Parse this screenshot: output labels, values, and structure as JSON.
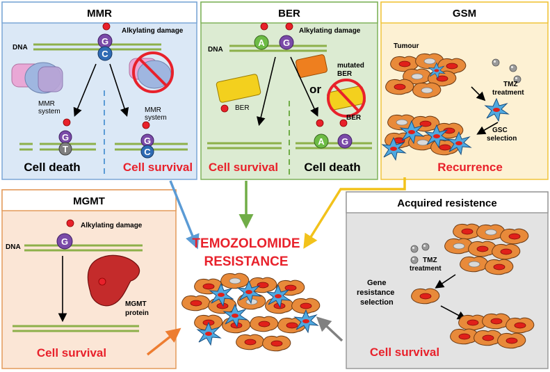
{
  "panels": {
    "mmr": {
      "title": "MMR",
      "alkylating": "Alkylating damage",
      "dna": "DNA",
      "system_left": "MMR system",
      "system_right": "MMR system",
      "outcome_left": "Cell death",
      "outcome_right": "Cell survival",
      "base_g": "G",
      "base_c": "C",
      "base_t": "T"
    },
    "ber": {
      "title": "BER",
      "alkylating": "Alkylating damage",
      "dna": "DNA",
      "ber_left": "BER",
      "mutated": "mutated BER",
      "or": "or",
      "ber_right": "BER",
      "outcome_left": "Cell survival",
      "outcome_right": "Cell death",
      "base_a": "A",
      "base_g": "G"
    },
    "gsm": {
      "title": "GSM",
      "tumour": "Tumour",
      "tmz": "TMZ treatment",
      "gsc": "GSC selection",
      "outcome": "Recurrence"
    },
    "mgmt": {
      "title": "MGMT",
      "alkylating": "Alkylating damage",
      "dna": "DNA",
      "protein": "MGMT protein",
      "outcome": "Cell survival",
      "base_g": "G"
    },
    "acquired": {
      "title": "Acquired resistence",
      "tmz": "TMZ treatment",
      "gene": "Gene resistance selection",
      "outcome": "Cell survival"
    }
  },
  "center": {
    "line1": "TEMOZOLOMIDE",
    "line2": "RESISTANCE"
  },
  "colors": {
    "accent_red": "#e8212b",
    "mmr_bg": "#dbe8f6",
    "ber_bg": "#dcebd2",
    "gsm_bg": "#fdf1d3",
    "mgmt_bg": "#fbe6d6",
    "acquired_bg": "#e3e3e3",
    "arrow_blue": "#5b9bd5",
    "arrow_green": "#70ad47",
    "arrow_yellow": "#f2c21b",
    "arrow_orange": "#ed7d31",
    "arrow_gray": "#808080"
  }
}
